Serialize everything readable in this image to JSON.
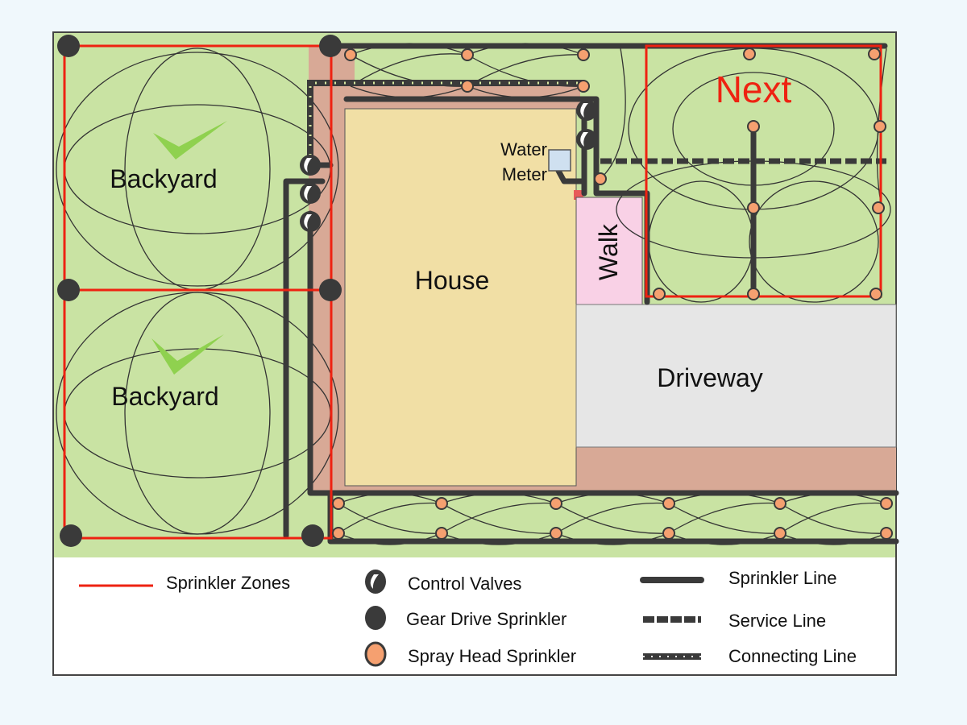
{
  "labels": {
    "backyard_top": "Backyard",
    "backyard_bottom": "Backyard",
    "house": "House",
    "walk": "Walk",
    "driveway": "Driveway",
    "water_meter_1": "Water",
    "water_meter_2": "Meter",
    "next": "Next"
  },
  "legend": {
    "zones": "Sprinkler Zones",
    "control_valves": "Control Valves",
    "gear_drive": "Gear Drive Sprinkler",
    "spray_head": "Spray Head Sprinkler",
    "sprinkler_line": "Sprinkler Line",
    "service_line": "Service Line",
    "connecting_line": "Connecting Line"
  },
  "colors": {
    "lawn": "#c9e3a3",
    "path": "#d8a996",
    "house": "#f1dfa5",
    "walk": "#f9d1e6",
    "driveway": "#e6e6e6",
    "zone": "#ee2211",
    "spray": "#f5a070",
    "check": "#8fd14f"
  }
}
